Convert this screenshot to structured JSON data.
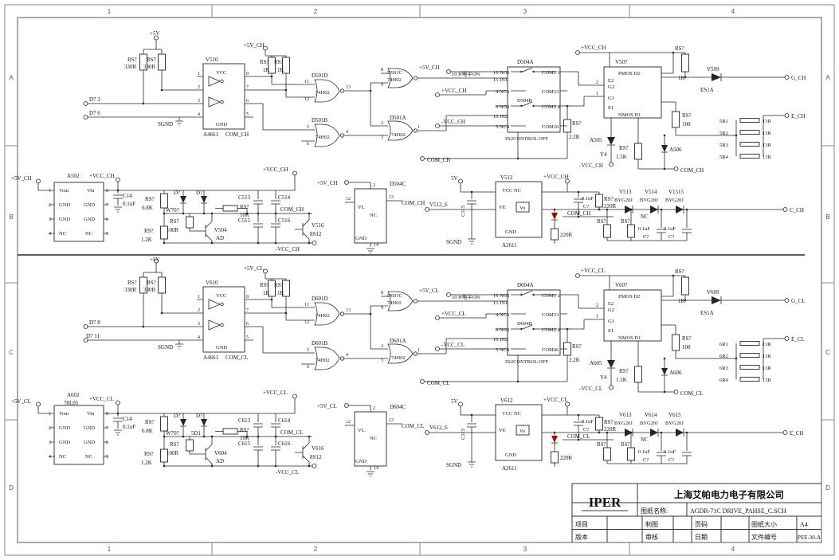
{
  "frame": {
    "cols": [
      "1",
      "2",
      "3",
      "4"
    ],
    "rows": [
      "A",
      "B",
      "C",
      "D"
    ]
  },
  "title_block": {
    "logo": "IPER",
    "company": "上海艾帕电力电子有限公司",
    "doc_label": "图纸名称:",
    "doc_name": "AGDR-71C DRIVE_PAHSE_C.SCH",
    "project_label": "项目",
    "draft_label": "制图",
    "page_label": "页码",
    "size_label": "图纸大小",
    "size_value": "A4",
    "version_label": "版本",
    "audit_label": "审核",
    "date_label": "日期",
    "fileno_label": "文件编号",
    "fileno_value": "PEE-30-A"
  },
  "labels": [
    [
      "+5V",
      188,
      44
    ],
    [
      "RS?",
      160,
      77
    ],
    [
      "RS?",
      184,
      77
    ],
    [
      "330R",
      156,
      86
    ],
    [
      "330R",
      180,
      86
    ],
    [
      "V510",
      258,
      77
    ],
    [
      "VCC",
      271,
      93,
      6.5
    ],
    [
      "GND",
      271,
      158,
      6.5
    ],
    [
      "1",
      248,
      94,
      6
    ],
    [
      "2",
      248,
      111,
      6
    ],
    [
      "3",
      248,
      128,
      6
    ],
    [
      "4",
      248,
      145,
      6
    ],
    [
      "8",
      309,
      94,
      6
    ],
    [
      "7",
      309,
      111,
      6
    ],
    [
      "6",
      309,
      128,
      6
    ],
    [
      "5",
      309,
      145,
      6
    ],
    [
      "A4661",
      255,
      171
    ],
    [
      "COM_CH",
      283,
      171
    ],
    [
      "D7 3",
      112,
      127
    ],
    [
      "D7 6",
      112,
      144
    ],
    [
      "SGND",
      198,
      158
    ],
    [
      "+5V_CH",
      306,
      59
    ],
    [
      "RS?",
      326,
      80
    ],
    [
      "RS?",
      344,
      80
    ],
    [
      "1K",
      330,
      90
    ],
    [
      "1K",
      348,
      90
    ],
    [
      "D501D",
      391,
      97
    ],
    [
      "11",
      382,
      104,
      6
    ],
    [
      "12",
      382,
      126,
      6
    ],
    [
      "74H02",
      396,
      118,
      6.5
    ],
    [
      "13",
      434,
      111,
      6
    ],
    [
      "D501B",
      391,
      153
    ],
    [
      "5",
      385,
      161,
      6
    ],
    [
      "6",
      385,
      182,
      6
    ],
    [
      "74H02",
      396,
      174,
      6.5
    ],
    [
      "4",
      434,
      167,
      6
    ],
    [
      "D501C",
      486,
      93,
      6.5
    ],
    [
      "74H02",
      486,
      102,
      6.5
    ],
    [
      "8",
      478,
      89,
      6
    ],
    [
      "9",
      478,
      108,
      6
    ],
    [
      "D501A",
      489,
      150
    ],
    [
      "74H02",
      491,
      171,
      6.5
    ],
    [
      "2",
      478,
      156,
      6
    ],
    [
      "3",
      478,
      174,
      6
    ],
    [
      "1",
      524,
      161,
      6
    ],
    [
      "+5V_CH",
      526,
      87
    ],
    [
      "10 H电平ON",
      567,
      95,
      6.5
    ],
    [
      "+VCC_CH",
      554,
      116
    ],
    [
      "-VCC_CH",
      554,
      155
    ],
    [
      "COM_CH",
      536,
      203
    ],
    [
      "D504A",
      649,
      80
    ],
    [
      "16 NO1",
      619,
      93,
      6.5
    ],
    [
      "COM1 1",
      680,
      93,
      6.5
    ],
    [
      "15 IN1",
      619,
      102,
      6.5
    ],
    [
      "4 NC3",
      622,
      117,
      6.5
    ],
    [
      "COM33",
      680,
      117,
      6.5
    ],
    [
      "D504B",
      649,
      128,
      6.5
    ],
    [
      "9 NO2",
      622,
      136,
      6.5
    ],
    [
      "COM2 8",
      680,
      136,
      6.5
    ],
    [
      "10 IN2",
      619,
      148,
      6.5
    ],
    [
      "5 NC4",
      622,
      161,
      6.5
    ],
    [
      "COM16",
      680,
      161,
      6.5
    ],
    [
      "IN2CONTROL OFF",
      634,
      176,
      6.5
    ],
    [
      "+VCC_CH",
      729,
      62
    ],
    [
      "V507",
      772,
      80
    ],
    [
      "PMOS D2",
      776,
      94,
      6.5
    ],
    [
      "E2",
      763,
      103,
      6.5
    ],
    [
      "G2",
      763,
      111,
      6.5
    ],
    [
      "2",
      748,
      105,
      6
    ],
    [
      "G1",
      763,
      125,
      6.5
    ],
    [
      "1",
      748,
      119,
      6
    ],
    [
      "E1",
      763,
      137,
      6.5
    ],
    [
      "NMOS D1",
      776,
      146,
      6.5
    ],
    [
      "RS?",
      847,
      63
    ],
    [
      "1K",
      851,
      100
    ],
    [
      "V509",
      887,
      89
    ],
    [
      "ES1A",
      879,
      115
    ],
    [
      "G_CH",
      993,
      100
    ],
    [
      "RS?",
      856,
      147
    ],
    [
      "100",
      856,
      158
    ],
    [
      "5R1",
      903,
      154,
      6.5
    ],
    [
      "13R",
      957,
      154,
      6.5
    ],
    [
      "5R2",
      903,
      169,
      6.5
    ],
    [
      "13R",
      957,
      169,
      6.5
    ],
    [
      "5R3",
      903,
      184,
      6.5
    ],
    [
      "13R",
      957,
      184,
      6.5
    ],
    [
      "5R4",
      903,
      199,
      6.5
    ],
    [
      "13R",
      957,
      199,
      6.5
    ],
    [
      "E_CH",
      993,
      148
    ],
    [
      "RS?",
      718,
      157
    ],
    [
      "2.2K",
      714,
      174
    ],
    [
      "A505",
      740,
      178
    ],
    [
      "Y4",
      753,
      196
    ],
    [
      "RS?",
      777,
      188
    ],
    [
      "1.5K",
      773,
      199
    ],
    [
      "A506",
      840,
      190
    ],
    [
      "-VCC_CH",
      727,
      210
    ],
    [
      "COM_CH",
      854,
      216
    ],
    [
      "A502",
      84,
      223
    ],
    [
      "Vout",
      74,
      241,
      6.5
    ],
    [
      "Vin",
      109,
      241,
      6.5
    ],
    [
      "GND",
      74,
      259,
      6.5
    ],
    [
      "GND",
      105,
      259,
      6.5
    ],
    [
      "GND",
      74,
      277,
      6.5
    ],
    [
      "GND",
      105,
      277,
      6.5
    ],
    [
      "NC",
      74,
      295,
      6.5
    ],
    [
      "NC",
      107,
      295,
      6.5
    ],
    [
      "1",
      61,
      241,
      6
    ],
    [
      "2",
      61,
      259,
      6
    ],
    [
      "3",
      61,
      277,
      6
    ],
    [
      "4",
      61,
      295,
      6
    ],
    [
      "8",
      133,
      241,
      6
    ],
    [
      "7",
      133,
      259,
      6
    ],
    [
      "6",
      133,
      277,
      6
    ],
    [
      "5",
      133,
      295,
      6
    ],
    [
      "+5V_CH",
      14,
      226
    ],
    [
      "+VCC_CH",
      112,
      223
    ],
    [
      "C14",
      154,
      248
    ],
    [
      "0.1uF",
      154,
      258
    ],
    [
      "RS?",
      182,
      252
    ],
    [
      "6.8K",
      178,
      263
    ],
    [
      "D?",
      218,
      244
    ],
    [
      "W70?",
      208,
      266
    ],
    [
      "D?",
      246,
      244
    ],
    [
      "RS?",
      213,
      280
    ],
    [
      "100R",
      209,
      291
    ],
    [
      "RS?",
      181,
      292
    ],
    [
      "1.2K",
      177,
      303
    ],
    [
      "V504",
      269,
      291
    ],
    [
      "AD",
      271,
      301
    ],
    [
      "RS?",
      301,
      262
    ],
    [
      "10R",
      301,
      272
    ],
    [
      "C513",
      299,
      250
    ],
    [
      "C514",
      349,
      250
    ],
    [
      "C515",
      299,
      279
    ],
    [
      "C516",
      349,
      279
    ],
    [
      "+VCC_CH",
      330,
      215
    ],
    [
      "COM_CH",
      352,
      265
    ],
    [
      "-VCC_CH",
      346,
      315
    ],
    [
      "V516",
      391,
      285
    ],
    [
      "8S12",
      389,
      296
    ],
    [
      "+5V_CH",
      398,
      232
    ],
    [
      "2",
      468,
      234,
      6
    ],
    [
      "D504C",
      489,
      233
    ],
    [
      "VL",
      449,
      262,
      6.5
    ],
    [
      "NC",
      464,
      272,
      6.5
    ],
    [
      "GND",
      446,
      301,
      6.5
    ],
    [
      "12",
      434,
      251,
      6
    ],
    [
      "13",
      488,
      249,
      6
    ],
    [
      "COM_CH",
      504,
      257
    ],
    [
      "14",
      469,
      309,
      6
    ],
    [
      "V512",
      628,
      225
    ],
    [
      "VCC NC",
      630,
      241,
      6.5
    ],
    [
      "VE",
      626,
      262,
      6.5
    ],
    [
      "Vo",
      652,
      263,
      6.5
    ],
    [
      "GND",
      634,
      293,
      6.5
    ],
    [
      "A2611",
      630,
      310
    ],
    [
      "5V",
      566,
      226
    ],
    [
      "C315",
      583,
      272,
      6.5,
      "v"
    ],
    [
      "V512_6",
      539,
      259
    ],
    [
      "SGND",
      560,
      306
    ],
    [
      "+VCC_CH",
      682,
      224
    ],
    [
      "0.1uF",
      730,
      251,
      6.5
    ],
    [
      "C?",
      732,
      261,
      6.5
    ],
    [
      "RS?",
      758,
      252
    ],
    [
      "220R",
      758,
      261
    ],
    [
      "COM_CH",
      712,
      270
    ],
    [
      "220R",
      703,
      297
    ],
    [
      "V513",
      777,
      243
    ],
    [
      "BYG20J",
      771,
      253,
      6.5
    ],
    [
      "V514",
      809,
      243
    ],
    [
      "BYG20J",
      803,
      253,
      6.5
    ],
    [
      "V1515",
      839,
      243
    ],
    [
      "BYG20J",
      835,
      253,
      6.5
    ],
    [
      "NC",
      804,
      274
    ],
    [
      "RS?",
      749,
      280
    ],
    [
      "RS?",
      779,
      280
    ],
    [
      "0.1uF",
      801,
      289,
      6.5
    ],
    [
      "C?",
      807,
      299,
      6.5
    ],
    [
      "0.1uF",
      833,
      289,
      6.5
    ],
    [
      "C?",
      839,
      299,
      6.5
    ],
    [
      "C_CH",
      991,
      266
    ],
    [
      "+5V",
      188,
      328
    ],
    [
      "RS?",
      160,
      357
    ],
    [
      "RS?",
      184,
      357
    ],
    [
      "330R",
      156,
      366
    ],
    [
      "330R",
      180,
      366
    ],
    [
      "V610",
      258,
      357
    ],
    [
      "VCC",
      271,
      373,
      6.5
    ],
    [
      "GND",
      271,
      438,
      6.5
    ],
    [
      "1",
      248,
      374,
      6
    ],
    [
      "2",
      248,
      391,
      6
    ],
    [
      "3",
      248,
      408,
      6
    ],
    [
      "4",
      248,
      425,
      6
    ],
    [
      "8",
      309,
      374,
      6
    ],
    [
      "7",
      309,
      391,
      6
    ],
    [
      "6",
      309,
      408,
      6
    ],
    [
      "5",
      309,
      425,
      6
    ],
    [
      "A4661",
      255,
      451
    ],
    [
      "COM_CL",
      283,
      451
    ],
    [
      "D7 8",
      112,
      407
    ],
    [
      "D7 11",
      108,
      424
    ],
    [
      "SGND",
      198,
      438
    ],
    [
      "+5V_CL",
      306,
      339
    ],
    [
      "RS?",
      326,
      360
    ],
    [
      "RS?",
      344,
      360
    ],
    [
      "1K",
      330,
      370
    ],
    [
      "1K",
      348,
      370
    ],
    [
      "D601D",
      391,
      377
    ],
    [
      "11",
      382,
      384,
      6
    ],
    [
      "12",
      382,
      406,
      6
    ],
    [
      "74H02",
      396,
      398,
      6.5
    ],
    [
      "13",
      434,
      391,
      6
    ],
    [
      "D601B",
      391,
      433
    ],
    [
      "5",
      385,
      441,
      6
    ],
    [
      "6",
      385,
      462,
      6
    ],
    [
      "74H02",
      396,
      454,
      6.5
    ],
    [
      "4",
      434,
      447,
      6
    ],
    [
      "D601C",
      486,
      373,
      6.5
    ],
    [
      "74H02",
      486,
      382,
      6.5
    ],
    [
      "8",
      478,
      369,
      6
    ],
    [
      "9",
      478,
      388,
      6
    ],
    [
      "D601A",
      489,
      430
    ],
    [
      "74H02",
      491,
      451,
      6.5
    ],
    [
      "2",
      478,
      436,
      6
    ],
    [
      "3",
      478,
      454,
      6
    ],
    [
      "1",
      524,
      441,
      6
    ],
    [
      "+5V_CL",
      526,
      367
    ],
    [
      "10 H电平ON",
      567,
      375,
      6.5
    ],
    [
      "+VCC_CL",
      554,
      396
    ],
    [
      "-VCC_CL",
      554,
      435
    ],
    [
      "COM_CL",
      536,
      483
    ],
    [
      "D604A",
      649,
      360
    ],
    [
      "16 NO1",
      619,
      373,
      6.5
    ],
    [
      "COM1 1",
      680,
      373,
      6.5
    ],
    [
      "15 IN1",
      619,
      382,
      6.5
    ],
    [
      "4 NC3",
      622,
      397,
      6.5
    ],
    [
      "COM33",
      680,
      397,
      6.5
    ],
    [
      "D604B",
      649,
      408,
      6.5
    ],
    [
      "9 NO2",
      622,
      416,
      6.5
    ],
    [
      "COM2 8",
      680,
      416,
      6.5
    ],
    [
      "10 IN2",
      619,
      428,
      6.5
    ],
    [
      "5 NC4",
      622,
      441,
      6.5
    ],
    [
      "COM46",
      680,
      441,
      6.5
    ],
    [
      "IN2CONTROL OFF",
      634,
      456,
      6.5
    ],
    [
      "+VCC_CL",
      729,
      342
    ],
    [
      "V607",
      772,
      360
    ],
    [
      "PMOS D2",
      776,
      374,
      6.5
    ],
    [
      "E2",
      763,
      383,
      6.5
    ],
    [
      "G2",
      763,
      391,
      6.5
    ],
    [
      "2",
      748,
      385,
      6
    ],
    [
      "G1",
      763,
      405,
      6.5
    ],
    [
      "1",
      748,
      399,
      6
    ],
    [
      "E1",
      763,
      417,
      6.5
    ],
    [
      "NMOS D1",
      776,
      426,
      6.5
    ],
    [
      "RS?",
      847,
      343
    ],
    [
      "1K",
      851,
      380
    ],
    [
      "V609",
      887,
      369
    ],
    [
      "ES1A",
      879,
      395
    ],
    [
      "G_CL",
      993,
      380
    ],
    [
      "RS?",
      856,
      427
    ],
    [
      "100",
      856,
      438
    ],
    [
      "6R1",
      903,
      434,
      6.5
    ],
    [
      "13R",
      957,
      434,
      6.5
    ],
    [
      "6R2",
      903,
      449,
      6.5
    ],
    [
      "13R",
      957,
      449,
      6.5
    ],
    [
      "6R3",
      903,
      464,
      6.5
    ],
    [
      "13R",
      957,
      464,
      6.5
    ],
    [
      "6R4",
      903,
      479,
      6.5
    ],
    [
      "13R",
      957,
      479,
      6.5
    ],
    [
      "E_CL",
      993,
      428
    ],
    [
      "RS?",
      718,
      437
    ],
    [
      "2.2K",
      714,
      454
    ],
    [
      "A605",
      740,
      458
    ],
    [
      "Y4",
      753,
      476
    ],
    [
      "RS?",
      777,
      468
    ],
    [
      "1.5K",
      773,
      479
    ],
    [
      "A606",
      840,
      470
    ],
    [
      "-VCC_CL",
      727,
      490
    ],
    [
      "COM_CL",
      854,
      496
    ],
    [
      "A602",
      84,
      498
    ],
    [
      "78L05",
      80,
      508
    ],
    [
      "Vout",
      74,
      521,
      6.5
    ],
    [
      "Vin",
      109,
      521,
      6.5
    ],
    [
      "GND",
      74,
      539,
      6.5
    ],
    [
      "GND",
      105,
      539,
      6.5
    ],
    [
      "GND",
      74,
      557,
      6.5
    ],
    [
      "GND",
      105,
      557,
      6.5
    ],
    [
      "NC",
      74,
      575,
      6.5
    ],
    [
      "NC",
      107,
      575,
      6.5
    ],
    [
      "1",
      61,
      521,
      6
    ],
    [
      "2",
      61,
      539,
      6
    ],
    [
      "3",
      61,
      557,
      6
    ],
    [
      "4",
      61,
      575,
      6
    ],
    [
      "8",
      133,
      521,
      6
    ],
    [
      "7",
      133,
      539,
      6
    ],
    [
      "6",
      133,
      557,
      6
    ],
    [
      "5",
      133,
      575,
      6
    ],
    [
      "+5V_CL",
      14,
      506
    ],
    [
      "+VCC_CL",
      112,
      503
    ],
    [
      "C14",
      154,
      528
    ],
    [
      "0.1uF",
      154,
      538
    ],
    [
      "RS?",
      182,
      532
    ],
    [
      "6.8K",
      178,
      543
    ],
    [
      "D?",
      218,
      524
    ],
    [
      "W70?",
      208,
      546
    ],
    [
      "D?",
      246,
      524
    ],
    [
      "5D1",
      240,
      546
    ],
    [
      "RS?",
      213,
      560
    ],
    [
      "100R",
      209,
      571
    ],
    [
      "RS?",
      181,
      572
    ],
    [
      "1.2K",
      177,
      583
    ],
    [
      "V604",
      269,
      571
    ],
    [
      "AD",
      271,
      581
    ],
    [
      "RS?",
      301,
      542
    ],
    [
      "10R",
      301,
      552
    ],
    [
      "C613",
      299,
      530
    ],
    [
      "C614",
      349,
      530
    ],
    [
      "C615",
      299,
      559
    ],
    [
      "C616",
      349,
      559
    ],
    [
      "+VCC_CL",
      330,
      495
    ],
    [
      "COM_CL",
      352,
      545
    ],
    [
      "-VCC_CL",
      346,
      595
    ],
    [
      "V616",
      391,
      565
    ],
    [
      "8S12",
      389,
      576
    ],
    [
      "+5V_CL",
      398,
      512
    ],
    [
      "2",
      468,
      514,
      6
    ],
    [
      "D604C",
      489,
      513
    ],
    [
      "VL",
      449,
      542,
      6.5
    ],
    [
      "NC",
      464,
      552,
      6.5
    ],
    [
      "GND",
      446,
      581,
      6.5
    ],
    [
      "12",
      434,
      531,
      6
    ],
    [
      "13",
      488,
      529,
      6
    ],
    [
      "COM_CL",
      504,
      537
    ],
    [
      "14",
      469,
      589,
      6
    ],
    [
      "V612",
      628,
      505
    ],
    [
      "VCC NC",
      630,
      521,
      6.5
    ],
    [
      "VE",
      626,
      542,
      6.5
    ],
    [
      "Vo",
      652,
      543,
      6.5
    ],
    [
      "GND",
      634,
      573,
      6.5
    ],
    [
      "A2611",
      630,
      590
    ],
    [
      "5V",
      566,
      506
    ],
    [
      "C315",
      583,
      552,
      6.5,
      "v"
    ],
    [
      "V612_6",
      539,
      539
    ],
    [
      "SGND",
      560,
      586
    ],
    [
      "+VCC_CL",
      682,
      504
    ],
    [
      "0.1uF",
      730,
      531,
      6.5
    ],
    [
      "C?",
      732,
      541,
      6.5
    ],
    [
      "RS?",
      758,
      532
    ],
    [
      "220R",
      758,
      541
    ],
    [
      "COM_CL",
      712,
      550
    ],
    [
      "220R",
      703,
      577
    ],
    [
      "V613",
      777,
      523
    ],
    [
      "BYG20J",
      771,
      533,
      6.5
    ],
    [
      "V614",
      809,
      523
    ],
    [
      "BYG20J",
      803,
      533,
      6.5
    ],
    [
      "V615",
      839,
      523
    ],
    [
      "BYG20J",
      835,
      533,
      6.5
    ],
    [
      "NC",
      804,
      554
    ],
    [
      "RS?",
      749,
      560
    ],
    [
      "RS?",
      779,
      560
    ],
    [
      "0.1uF",
      801,
      569,
      6.5
    ],
    [
      "C?",
      807,
      579,
      6.5
    ],
    [
      "0.1uF",
      833,
      569,
      6.5
    ],
    [
      "C?",
      839,
      579,
      6.5
    ],
    [
      "E_CH",
      991,
      546
    ]
  ]
}
